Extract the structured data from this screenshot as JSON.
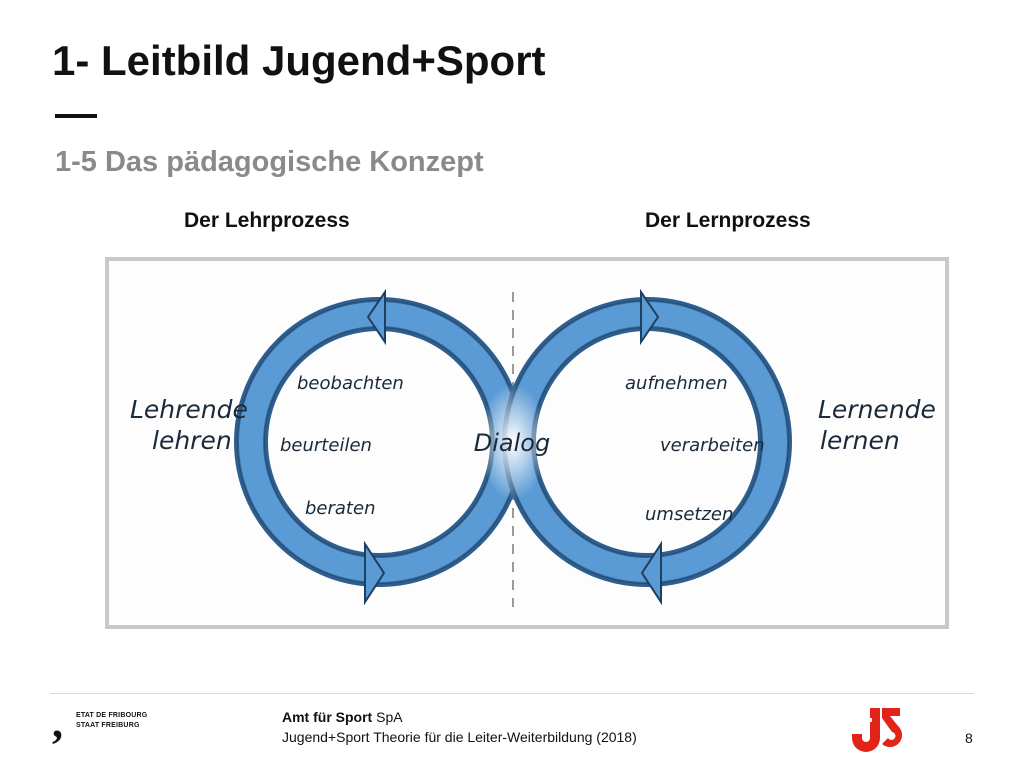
{
  "slide": {
    "title": "1- Leitbild Jugend+Sport",
    "subtitle": "1-5 Das pädagogische Konzept",
    "left_heading": "Der Lehrprozess",
    "right_heading": "Der Lernprozess"
  },
  "diagram": {
    "left_side_label_line1": "Lehrende",
    "left_side_label_line2": "lehren",
    "right_side_label_line1": "Lernende",
    "right_side_label_line2": "lernen",
    "center_label": "Dialog",
    "left_loop_steps": [
      "beobachten",
      "beurteilen",
      "beraten"
    ],
    "right_loop_steps": [
      "aufnehmen",
      "verarbeiten",
      "umsetzen"
    ],
    "colors": {
      "loop_fill": "#5b9bd5",
      "loop_dark": "#2c5f8f",
      "frame": "#c8c8c8"
    }
  },
  "footer": {
    "logo_line1": "ETAT DE FRIBOURG",
    "logo_line2": "STAAT FREIBURG",
    "org_bold": "Amt für Sport",
    "org_suffix": "SpA",
    "course": "Jugend+Sport Theorie für die Leiter-Weiterbildung (2018)",
    "page_number": "8",
    "js_logo_color": "#e2231a"
  }
}
